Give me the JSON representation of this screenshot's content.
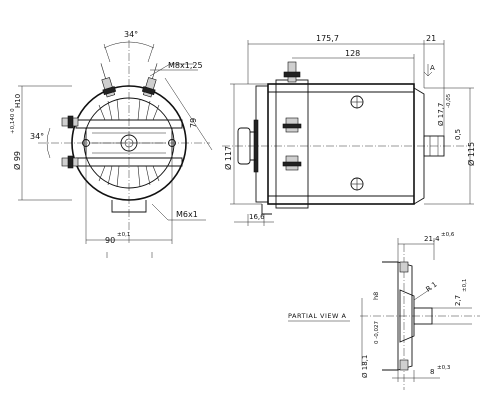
{
  "front_view": {
    "angle_top": "34°",
    "thread_top": "M8x1,25",
    "angle_left": "34°",
    "dim_79": "79",
    "dim_99": "Ø 99",
    "dim_99_tol": "+0,140\n0",
    "dim_99_fit": "H10",
    "thread_bottom": "M6x1",
    "dim_90": "90",
    "dim_90_tol": "±0,1"
  },
  "side_view": {
    "dim_1757": "175,7",
    "dim_21": "21",
    "dim_128": "128",
    "dim_117": "Ø 117",
    "dim_177": "Ø 17,7",
    "dim_177_tol": "-0,05",
    "dim_05": "0,5",
    "dim_115": "Ø 115",
    "dim_166": "16,6"
  },
  "partial_view": {
    "title": "PARTIAL VIEW A",
    "dim_214": "21,4",
    "dim_214_tol": "±0,6",
    "dim_r1": "R 1",
    "dim_27": "2,7",
    "dim_27_tol": "±0,1",
    "dim_181": "Ø 18,1",
    "dim_181_tol": "0\n-0,027",
    "dim_181_fit": "h8",
    "dim_8": "8",
    "dim_8_tol": "±0,3"
  }
}
